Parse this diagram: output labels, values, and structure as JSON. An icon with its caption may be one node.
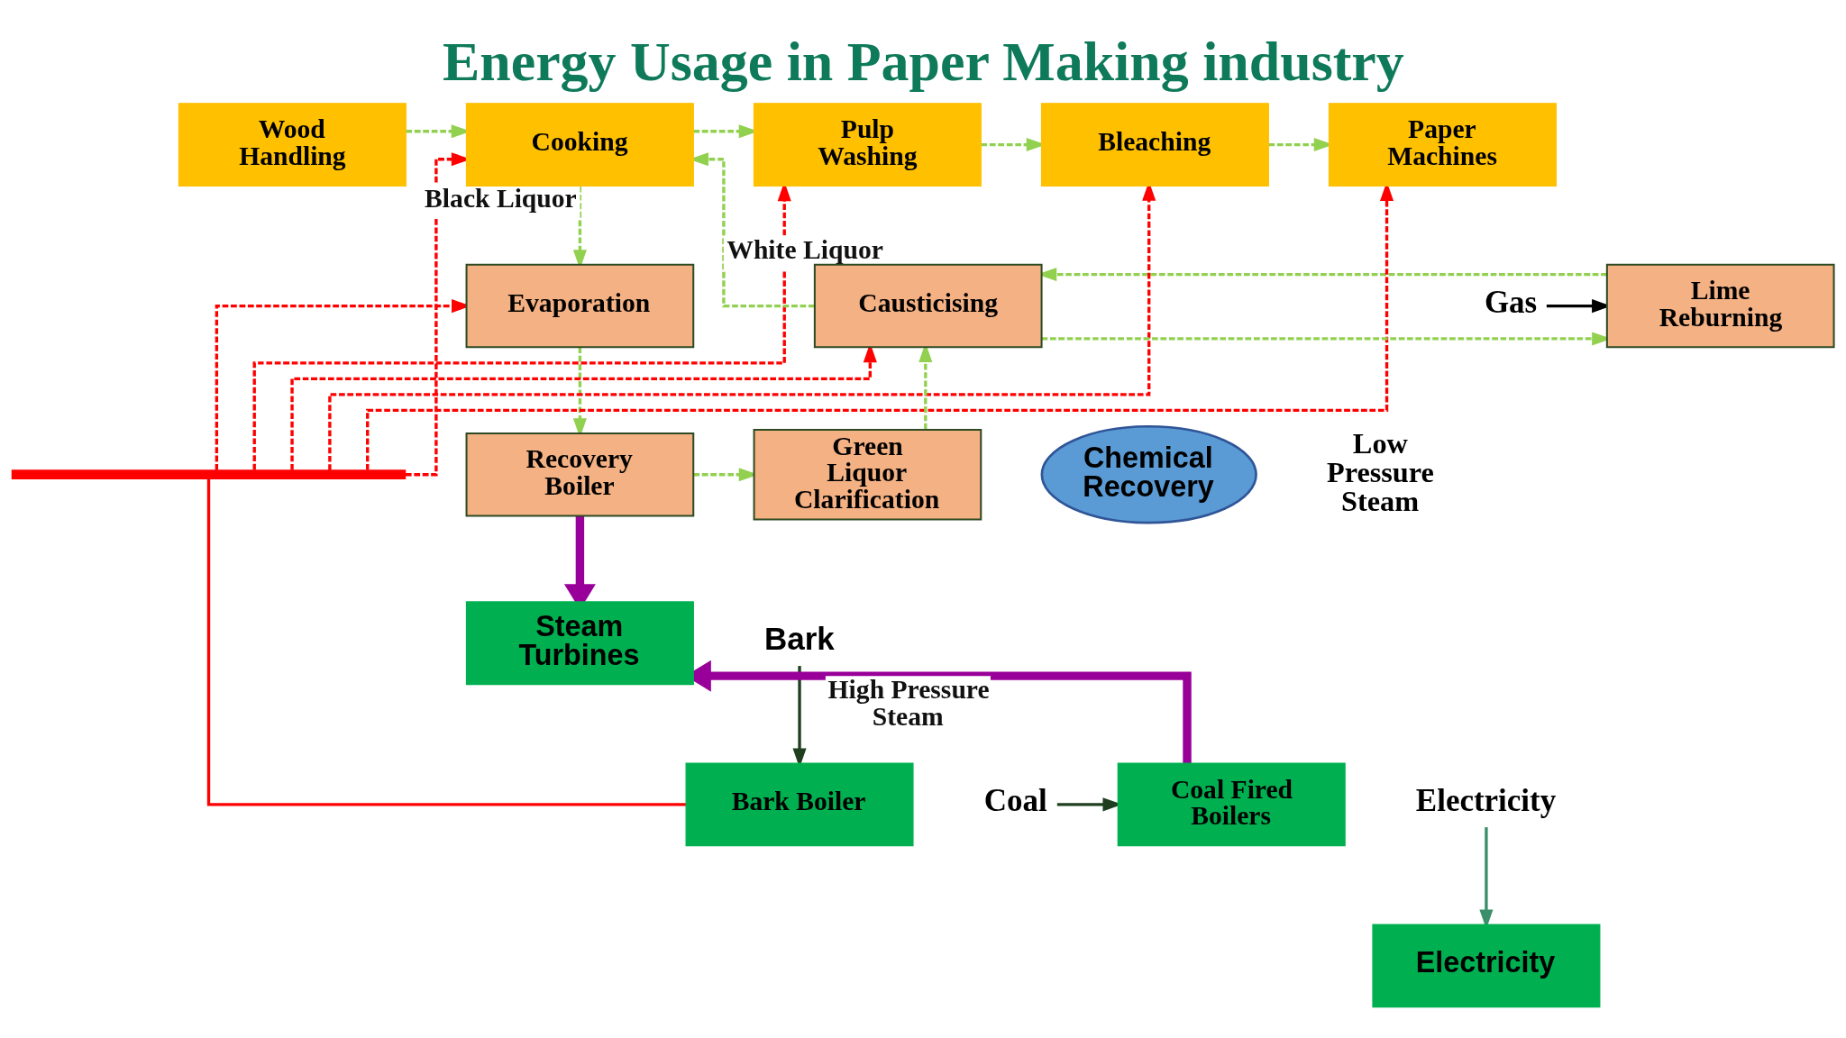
{
  "diagram": {
    "title": "Energy Usage in Paper Making industry",
    "nodes": [
      {
        "text": [
          "Wood Handling"
        ]
      },
      {
        "text": [
          "Cooking"
        ]
      },
      {
        "text": [
          "Pulp Washing"
        ]
      },
      {
        "text": [
          "Bleaching"
        ]
      },
      {
        "text": [
          "Paper Machines"
        ]
      },
      {
        "text": [
          "Evaporation"
        ]
      },
      {
        "text": [
          "Causticising"
        ]
      },
      {
        "text": [
          "Lime Reburning"
        ]
      },
      {
        "text": [
          "Gas"
        ]
      },
      {
        "text": [
          "Chemical Recovery"
        ]
      },
      {
        "text": [],
        "shape": "bar"
      },
      {
        "text": [
          "Recovery Boiler"
        ]
      },
      {
        "text": [
          "Green Liquor Clarification"
        ]
      },
      {
        "text": [
          "Steam Turbines"
        ]
      },
      {
        "text": [
          "Bark"
        ]
      },
      {
        "text": [
          "Coal Fired Boilers"
        ]
      },
      {
        "text": [
          "Bark Boiler"
        ]
      },
      {
        "text": [
          "Electricity"
        ]
      },
      {
        "text": [
          "Electricity"
        ]
      },
      {
        "text": [
          "Coal"
        ]
      }
    ],
    "edges": [
      {
        "from": 0,
        "to": 1,
        "arrow": "to",
        "style": "dashed"
      },
      {
        "from": 1,
        "to": 2,
        "arrow": "to",
        "style": "dashed"
      },
      {
        "from": 2,
        "to": 3,
        "arrow": "to",
        "style": "dashed"
      },
      {
        "from": 3,
        "to": 4,
        "arrow": "to",
        "style": "dashed"
      },
      {
        "from": 10,
        "to": 1,
        "arrow": "to",
        "style": "dashed",
        "color": "#ff0000"
      },
      {
        "from": 10,
        "to": 2,
        "arrow": "to",
        "style": "dashed",
        "color": "#ff0000"
      },
      {
        "from": 10,
        "to": 3,
        "arrow": "to",
        "style": "dashed",
        "color": "#ff0000"
      },
      {
        "from": 10,
        "to": 4,
        "arrow": "to",
        "style": "dashed",
        "color": "#ff0000"
      },
      {
        "from": 10,
        "to": 5,
        "arrow": "to",
        "style": "dashed",
        "color": "#ff0000"
      },
      {
        "from": 10,
        "to": 6,
        "arrow": "to",
        "style": "dashed",
        "color": "#ff0000"
      },
      {
        "from": 16,
        "to": 10,
        "arrow": "none",
        "color": "#ff0000"
      },
      {
        "from": 6,
        "to": 7,
        "arrow": "to",
        "style": "dashed"
      },
      {
        "from": 7,
        "to": 6,
        "arrow": "to",
        "style": "dashed"
      },
      {
        "from": 8,
        "to": 7,
        "arrow": "to",
        "color": "#000000"
      },
      {
        "from": 5,
        "to": 11,
        "arrow": "to",
        "style": "dashed"
      },
      {
        "from": 11,
        "to": 12,
        "arrow": "to",
        "style": "dashed"
      },
      {
        "from": 12,
        "to": 6,
        "arrow": "to",
        "style": "dashed"
      },
      {
        "from": 11,
        "to": 13,
        "arrow": "to",
        "style": "thick",
        "color": "#990099"
      },
      {
        "from": 19,
        "to": 15,
        "arrow": "to",
        "color": "#1f3f1f"
      },
      {
        "from": 14,
        "to": 16,
        "arrow": "to",
        "color": "#1f3f1f"
      },
      {
        "from": 17,
        "to": 18,
        "arrow": "to",
        "color": "#3b8f6b"
      },
      {
        "from": 1,
        "to": 5,
        "arrow": "to",
        "style": "dashed",
        "label": "Black Liquor"
      },
      {
        "from": 6,
        "to": 1,
        "arrow": "to",
        "style": "dashed",
        "label": "White Liquor"
      },
      {
        "from": 15,
        "to": 13,
        "arrow": "to",
        "style": "thick",
        "color": "#990099",
        "label": "High Pressure Steam"
      }
    ],
    "labels": [
      "Low Pressure Steam"
    ]
  }
}
